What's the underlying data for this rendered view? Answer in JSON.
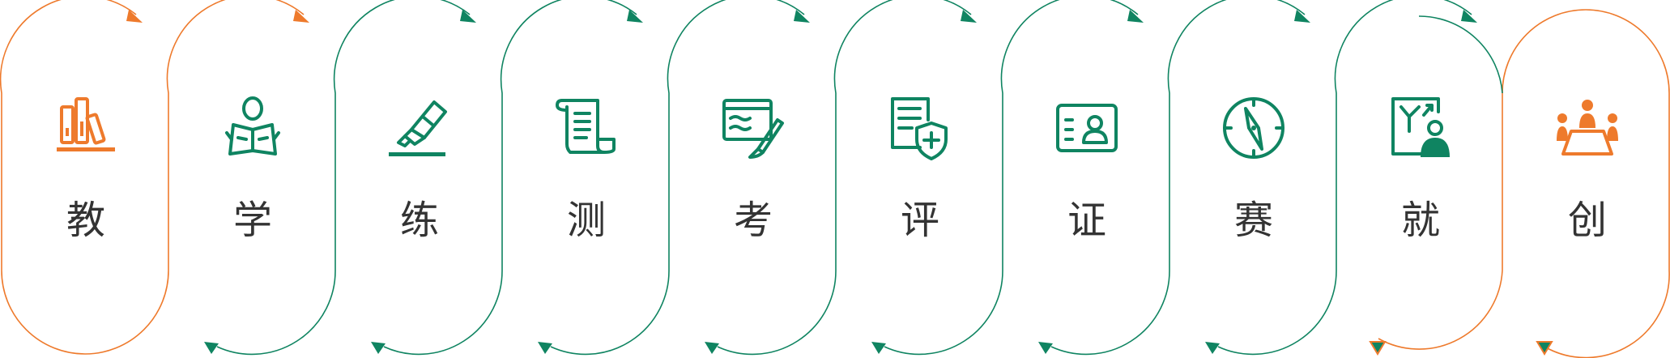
{
  "colors": {
    "orange": "#ee7a2c",
    "green": "#0f8461",
    "text": "#333333"
  },
  "steps": [
    {
      "label": "教",
      "icon": "books-icon",
      "color": "orange"
    },
    {
      "label": "学",
      "icon": "reading-icon",
      "color": "green"
    },
    {
      "label": "练",
      "icon": "highlighter-icon",
      "color": "green"
    },
    {
      "label": "测",
      "icon": "scroll-icon",
      "color": "green"
    },
    {
      "label": "考",
      "icon": "exam-paper-icon",
      "color": "green"
    },
    {
      "label": "评",
      "icon": "shield-document-icon",
      "color": "green"
    },
    {
      "label": "证",
      "icon": "id-card-icon",
      "color": "green"
    },
    {
      "label": "赛",
      "icon": "compass-icon",
      "color": "green"
    },
    {
      "label": "就",
      "icon": "job-board-icon",
      "color": "green"
    },
    {
      "label": "创",
      "icon": "team-meeting-icon",
      "color": "orange"
    }
  ]
}
